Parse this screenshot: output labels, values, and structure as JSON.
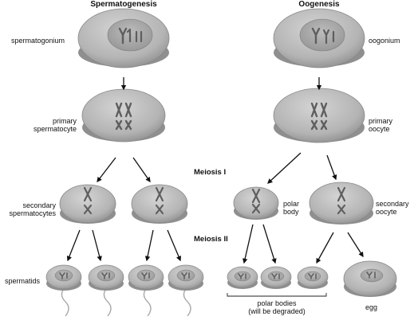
{
  "headings": {
    "spermatogenesis": "Spermatogenesis",
    "oogenesis": "Oogenesis"
  },
  "stages": {
    "meiosis_1": "Meiosis I",
    "meiosis_2": "Meiosis II"
  },
  "labels": {
    "spermatogonium": "spermatogonium",
    "primary_spermatocyte": [
      "primary",
      "spermatocyte"
    ],
    "secondary_spermatocytes": [
      "secondary",
      "spermatocytes"
    ],
    "spermatids": "spermatids",
    "oogonium": "oogonium",
    "primary_oocyte": [
      "primary",
      "oocyte"
    ],
    "polar_body": [
      "polar",
      "body"
    ],
    "secondary_oocyte": [
      "secondary",
      "oocyte"
    ],
    "polar_bodies": [
      "polar bodies",
      "(will be degraded)"
    ],
    "egg": "egg"
  },
  "colors": {
    "cell_fill": "#b9b9b9",
    "cell_rim": "#8a8a8a",
    "nucleus_fill": "#a6a6a6",
    "chromosome": "#6c6c6c",
    "arrow": "#111111"
  }
}
